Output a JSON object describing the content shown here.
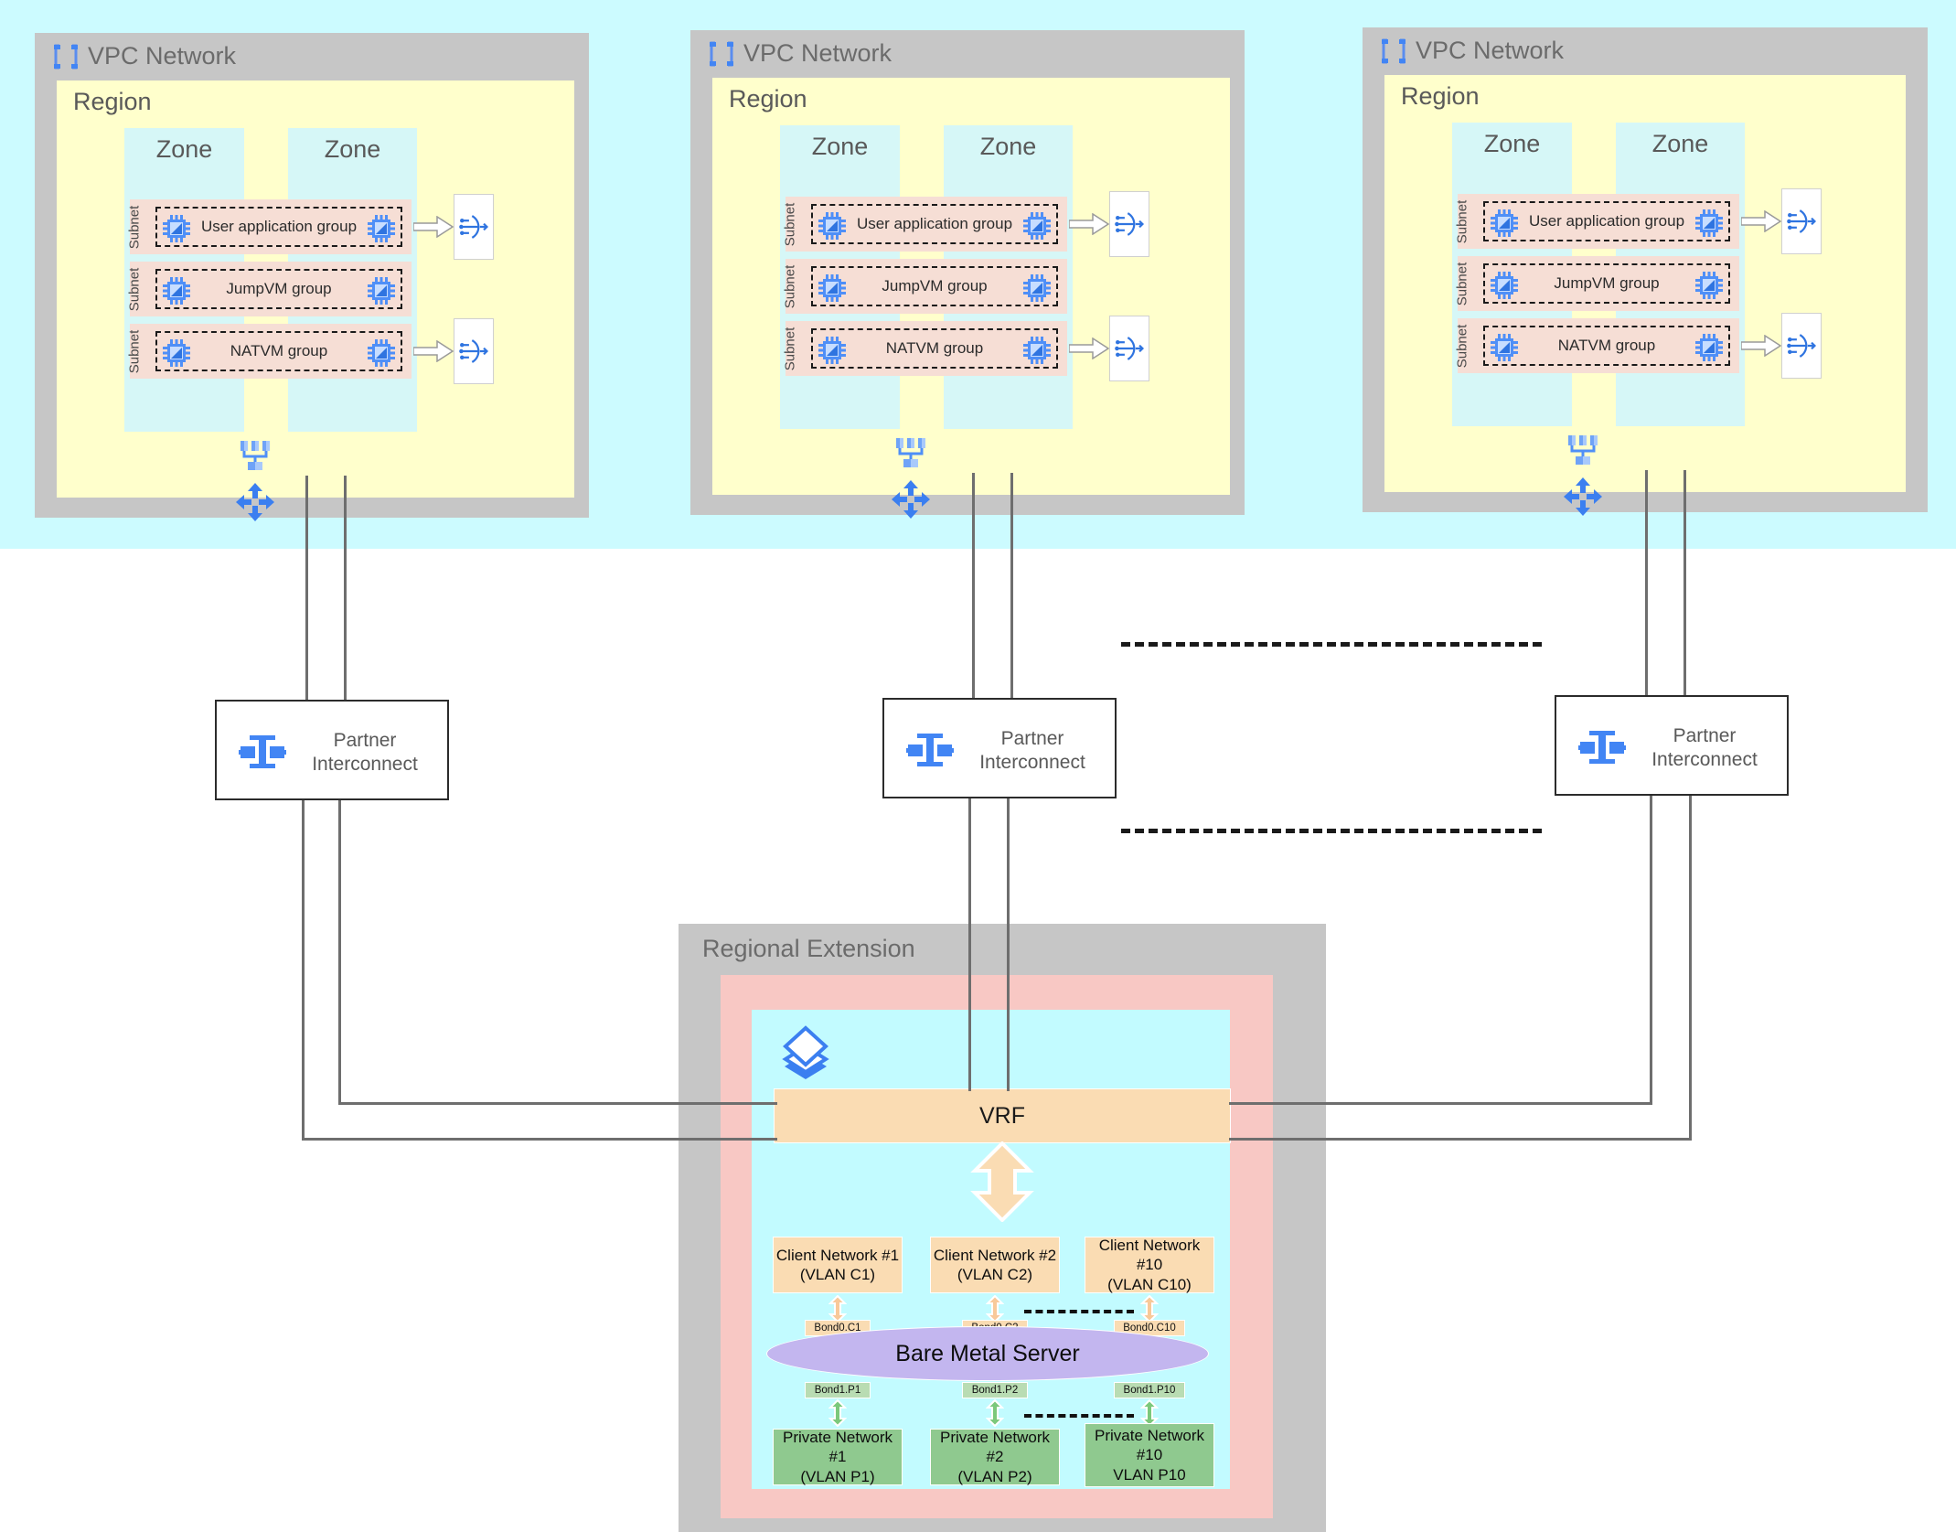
{
  "diagram": {
    "vpc_blocks": [
      {
        "network_label": "VPC Network",
        "region_label": "Region",
        "zones": [
          "Zone",
          "Zone"
        ],
        "subnets": [
          {
            "side_label": "Subnet",
            "group_label": "User application group",
            "has_nat": true
          },
          {
            "side_label": "Subnet",
            "group_label": "JumpVM group",
            "has_nat": false
          },
          {
            "side_label": "Subnet",
            "group_label": "NATVM group",
            "has_nat": true
          }
        ]
      },
      {
        "network_label": "VPC Network",
        "region_label": "Region",
        "zones": [
          "Zone",
          "Zone"
        ],
        "subnets": [
          {
            "side_label": "Subnet",
            "group_label": "User application group",
            "has_nat": true
          },
          {
            "side_label": "Subnet",
            "group_label": "JumpVM group",
            "has_nat": false
          },
          {
            "side_label": "Subnet",
            "group_label": "NATVM group",
            "has_nat": true
          }
        ]
      },
      {
        "network_label": "VPC Network",
        "region_label": "Region",
        "zones": [
          "Zone",
          "Zone"
        ],
        "subnets": [
          {
            "side_label": "Subnet",
            "group_label": "User application group",
            "has_nat": true
          },
          {
            "side_label": "Subnet",
            "group_label": "JumpVM group",
            "has_nat": false
          },
          {
            "side_label": "Subnet",
            "group_label": "NATVM group",
            "has_nat": true
          }
        ]
      }
    ],
    "partner_interconnects": [
      {
        "line1": "Partner",
        "line2": "Interconnect"
      },
      {
        "line1": "Partner",
        "line2": "Interconnect"
      },
      {
        "line1": "Partner",
        "line2": "Interconnect"
      }
    ],
    "regional_extension": {
      "title": "Regional Extension",
      "vrf_label": "VRF",
      "bare_metal_label": "Bare Metal Server",
      "client_networks": [
        {
          "line1": "Client Network #1",
          "line2": "(VLAN C1)",
          "bond": "Bond0.C1"
        },
        {
          "line1": "Client Network #2",
          "line2": "(VLAN C2)",
          "bond": "Bond0.C2"
        },
        {
          "line1": "Client Network #10",
          "line2": "(VLAN C10)",
          "bond": "Bond0.C10"
        }
      ],
      "private_networks": [
        {
          "line1": "Private Network #1",
          "line2": "(VLAN P1)",
          "line3": "",
          "bond": "Bond1.P1"
        },
        {
          "line1": "Private Network #2",
          "line2": "(VLAN P2)",
          "line3": "",
          "bond": "Bond1.P2"
        },
        {
          "line1": "Private Network",
          "line2": "#10",
          "line3": "VLAN P10",
          "bond": "Bond1.P10"
        }
      ]
    },
    "icons": {
      "vpc_network": "vpc-network-icon",
      "cloud_nat": "cloud-nat-icon",
      "vm_chip": "vm-chip-icon",
      "routes": "routes-hierarchy-icon",
      "cloud_router": "cloud-router-icon",
      "interconnect": "interconnect-icon",
      "layers": "layers-icon"
    },
    "colors": {
      "band_cyan": "#ccfbff",
      "vpc_grey": "#c6c6c6",
      "region_yellow": "#ffffcc",
      "zone_cyan": "#d6f7f7",
      "subnet_peach": "#f6ded5",
      "re_pink": "#f8c8c4",
      "re_cyan": "#c2fbff",
      "vrf_orange": "#fadcb3",
      "bms_purple": "#c3b6ef",
      "private_green": "#8fc98f",
      "line_grey": "#6e6e6e",
      "icon_blue": "#4285f4"
    }
  }
}
